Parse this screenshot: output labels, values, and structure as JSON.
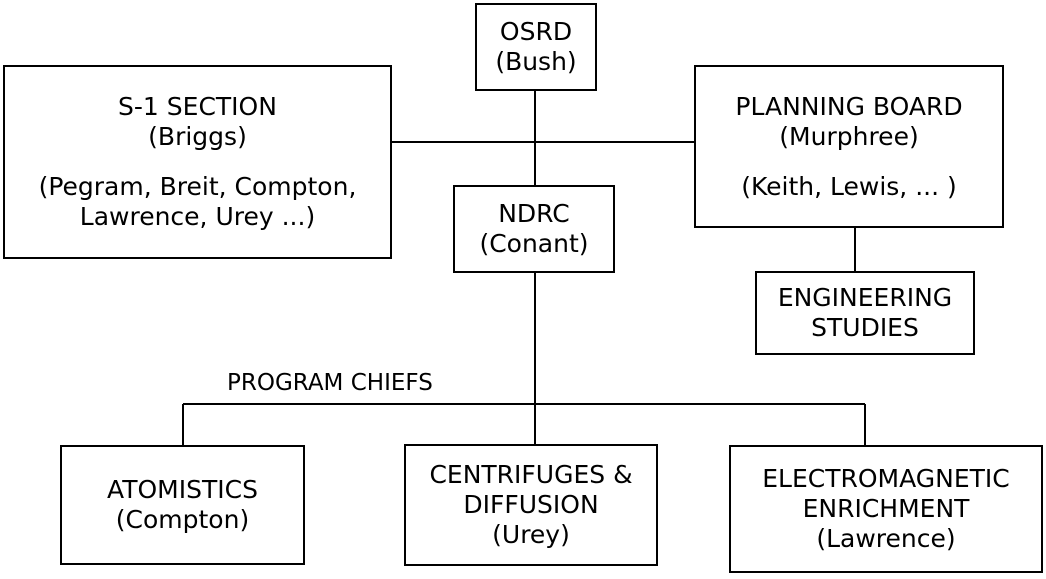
{
  "osrd": {
    "title": "OSRD",
    "head": "(Bush)"
  },
  "s1_section": {
    "title": "S-1 SECTION",
    "head": "(Briggs)",
    "members_line1": "(Pegram, Breit, Compton,",
    "members_line2": "Lawrence, Urey ...)"
  },
  "planning_board": {
    "title": "PLANNING BOARD",
    "head": "(Murphree)",
    "members": "(Keith, Lewis, ... )"
  },
  "ndrc": {
    "title": "NDRC",
    "head": "(Conant)"
  },
  "engineering": {
    "line1": "ENGINEERING",
    "line2": "STUDIES"
  },
  "program_chiefs_label": "PROGRAM CHIEFS",
  "atomistics": {
    "title": "ATOMISTICS",
    "head": "(Compton)"
  },
  "centrifuges": {
    "line1": "CENTRIFUGES &",
    "line2": "DIFFUSION",
    "head": "(Urey)"
  },
  "electromagnetic": {
    "line1": "ELECTROMAGNETIC",
    "line2": "ENRICHMENT",
    "head": "(Lawrence)"
  }
}
